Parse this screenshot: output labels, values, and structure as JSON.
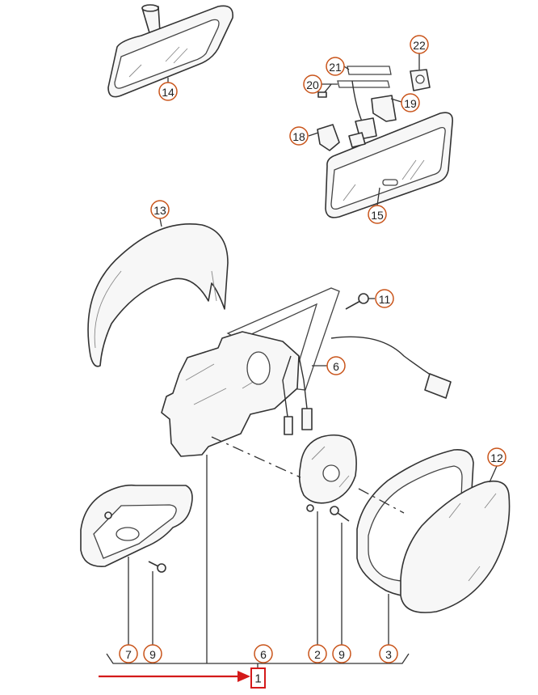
{
  "callouts": {
    "c14": "14",
    "c22": "22",
    "c21": "21",
    "c20": "20",
    "c19": "19",
    "c18": "18",
    "c15": "15",
    "c13": "13",
    "c11": "11",
    "c6_upper": "6",
    "c12": "12",
    "c7": "7",
    "c9_left": "9",
    "c6_lower": "6",
    "c2": "2",
    "c9_right": "9",
    "c3": "3"
  },
  "main_label": "1",
  "colors": {
    "callout_ring": "#c9541a",
    "highlight": "#d41a1a",
    "line": "#333333"
  }
}
